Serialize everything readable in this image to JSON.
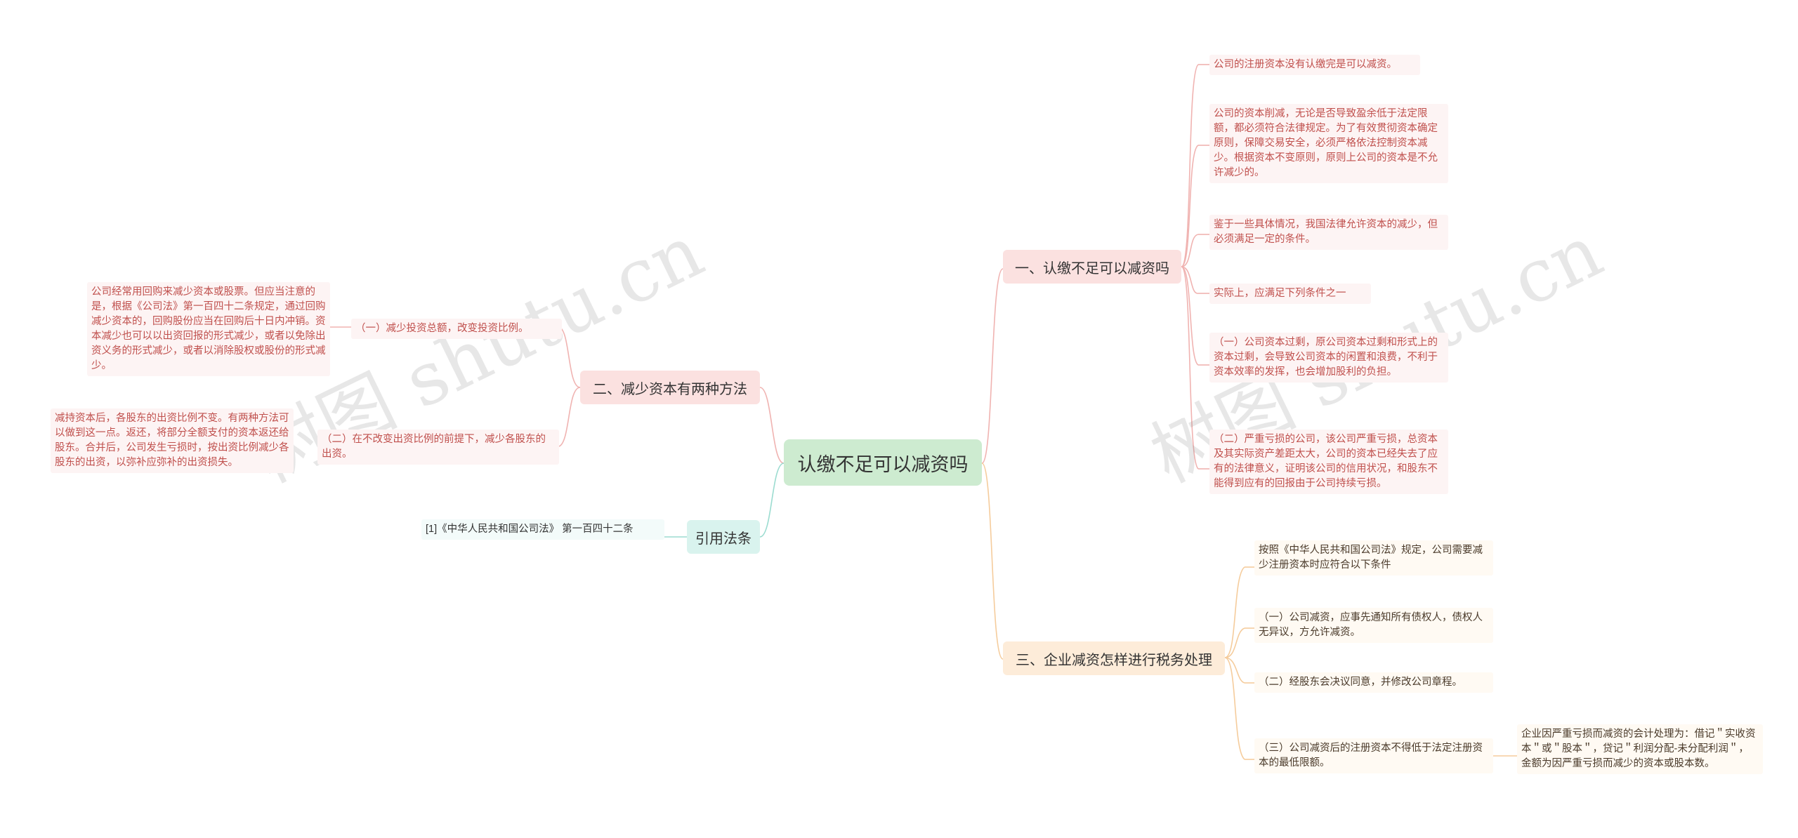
{
  "watermark": "树图 shutu.cn",
  "root": "认缴不足可以减资吗",
  "branch1": {
    "label": "一、认缴不足可以减资吗",
    "items": [
      "公司的注册资本没有认缴完是可以减资。",
      "公司的资本削减，无论是否导致盈余低于法定限额，都必须符合法律规定。为了有效贯彻资本确定原则，保障交易安全，必须严格依法控制资本减少。根据资本不变原则，原则上公司的资本是不允许减少的。",
      "鉴于一些具体情况，我国法律允许资本的减少，但必须满足一定的条件。",
      "实际上，应满足下列条件之一",
      "（一）公司资本过剩，原公司资本过剩和形式上的资本过剩，会导致公司资本的闲置和浪费，不利于资本效率的发挥，也会增加股利的负担。",
      "（二）严重亏损的公司，该公司严重亏损，总资本及其实际资产差距太大，公司的资本已经失去了应有的法律意义，证明该公司的信用状况，和股东不能得到应有的回报由于公司持续亏损。"
    ]
  },
  "branch3": {
    "label": "三、企业减资怎样进行税务处理",
    "items": [
      "按照《中华人民共和国公司法》规定，公司需要减少注册资本时应符合以下条件",
      "（一）公司减资，应事先通知所有债权人，债权人无异议，方允许减资。",
      "（二）经股东会决议同意，并修改公司章程。",
      "（三）公司减资后的注册资本不得低于法定注册资本的最低限额。"
    ],
    "sub": "企业因严重亏损而减资的会计处理为：借记＂实收资本＂或＂股本＂，贷记＂利润分配-未分配利润＂，金额为因严重亏损而减少的资本或股本数。"
  },
  "branch2": {
    "label": "二、减少资本有两种方法",
    "items": [
      {
        "label": "（一）减少投资总额，改变投资比例。",
        "detail": "公司经常用回购来减少资本或股票。但应当注意的是，根据《公司法》第一百四十二条规定，通过回购减少资本的，回购股份应当在回购后十日内冲销。资本减少也可以以出资回报的形式减少，或者以免除出资义务的形式减少，或者以消除股权或股份的形式减少。"
      },
      {
        "label": "（二）在不改变出资比例的前提下，减少各股东的出资。",
        "detail": "减持资本后，各股东的出资比例不变。有两种方法可以做到这一点。返还，将部分全额支付的资本返还给股东。合并后，公司发生亏损时，按出资比例减少各股东的出资，以弥补应弥补的出资损失。"
      }
    ]
  },
  "branch4": {
    "label": "引用法条",
    "items": [
      "[1]《中华人民共和国公司法》 第一百四十二条"
    ]
  }
}
